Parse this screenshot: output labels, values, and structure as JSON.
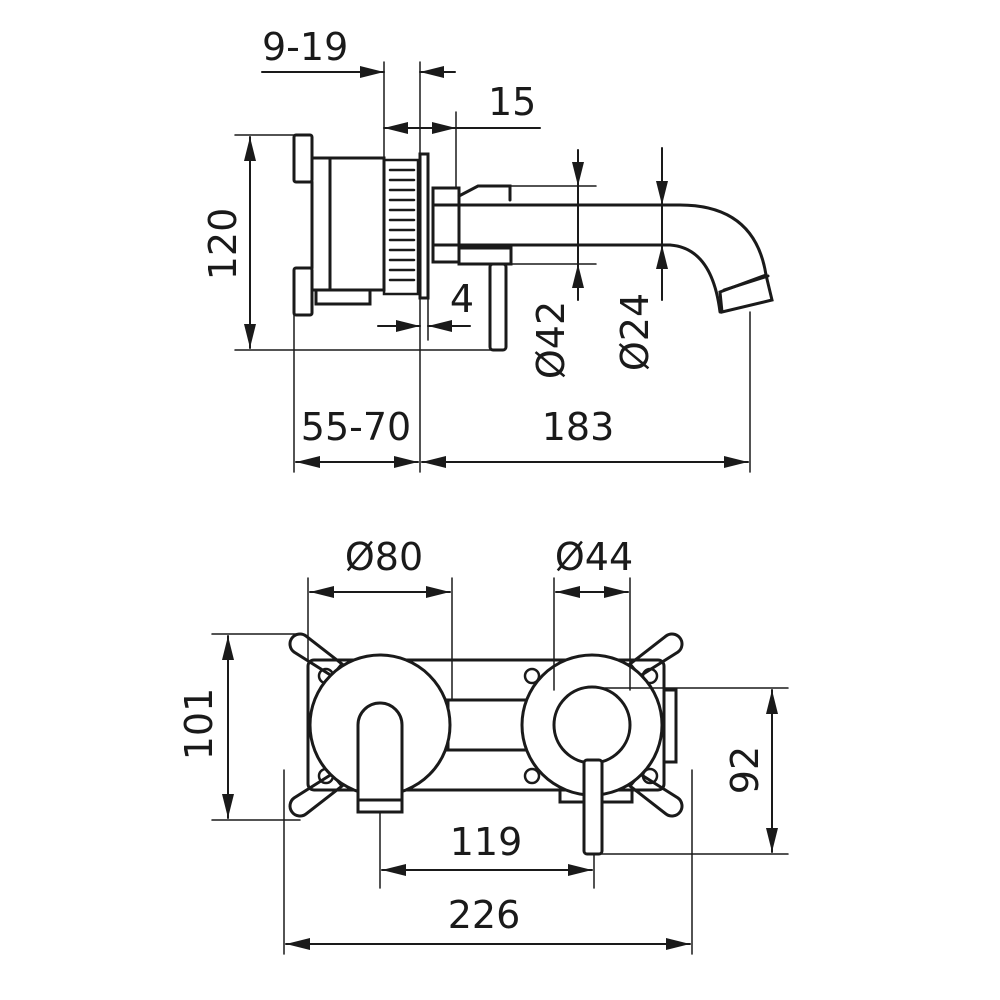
{
  "side_view": {
    "dimensions": {
      "offset_range": "9-19",
      "collar": "15",
      "height": "120",
      "gap": "4",
      "spout_collar_diameter": "Ø42",
      "spout_diameter": "Ø24",
      "depth_range": "55-70",
      "projection": "183"
    }
  },
  "front_view": {
    "dimensions": {
      "spout_rosette_diameter": "Ø80",
      "handle_rosette_diameter": "Ø44",
      "body_height": "101",
      "lever_height": "92",
      "center_distance": "119",
      "overall_width": "226"
    }
  }
}
